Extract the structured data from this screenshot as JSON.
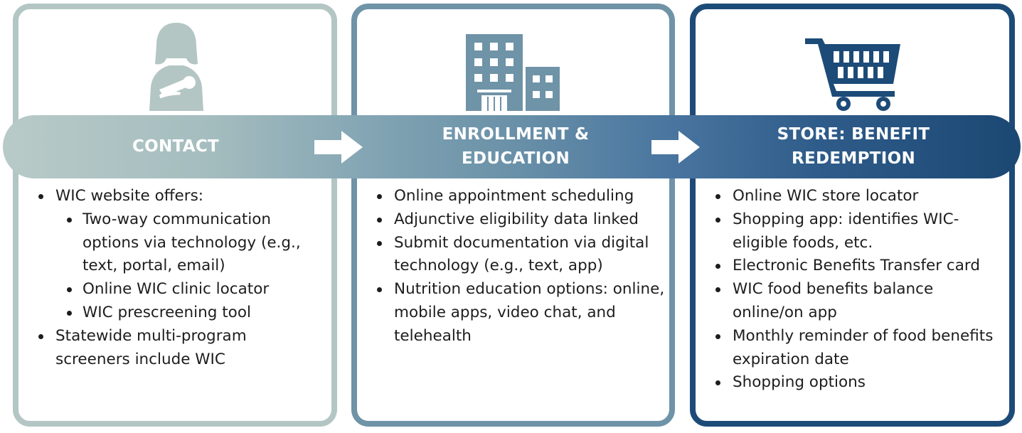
{
  "colors": {
    "contact": "#b3c6c4",
    "enrollment": "#6f93a7",
    "store": "#1d4b78",
    "text": "#1d1d1d"
  },
  "stages": [
    {
      "id": "contact",
      "icon": "mother-with-baby-icon",
      "title": "CONTACT",
      "bullets": [
        {
          "text": "WIC website offers:",
          "sub": [
            "Two-way communication options via technology (e.g., text, portal, email)",
            "Online WIC clinic locator",
            "WIC prescreening tool"
          ]
        },
        {
          "text": "Statewide multi-program screeners include WIC"
        }
      ]
    },
    {
      "id": "enrollment",
      "icon": "office-building-icon",
      "title_lines": [
        "ENROLLMENT &",
        "EDUCATION"
      ],
      "bullets": [
        {
          "text": "Online appointment scheduling"
        },
        {
          "text": "Adjunctive eligibility data linked"
        },
        {
          "text": "Submit documentation via digital technology (e.g., text, app)"
        },
        {
          "text": "Nutrition education options: online, mobile apps, video chat, and telehealth"
        }
      ]
    },
    {
      "id": "store",
      "icon": "shopping-cart-icon",
      "title_lines": [
        "STORE: BENEFIT",
        "REDEMPTION"
      ],
      "bullets": [
        {
          "text": "Online WIC store locator"
        },
        {
          "text": "Shopping app: identifies WIC-eligible foods, etc."
        },
        {
          "text": "Electronic Benefits Transfer card"
        },
        {
          "text": "WIC food benefits balance online/on app"
        },
        {
          "text": "Monthly reminder of food benefits expiration date"
        },
        {
          "text": "Shopping options"
        }
      ]
    }
  ]
}
